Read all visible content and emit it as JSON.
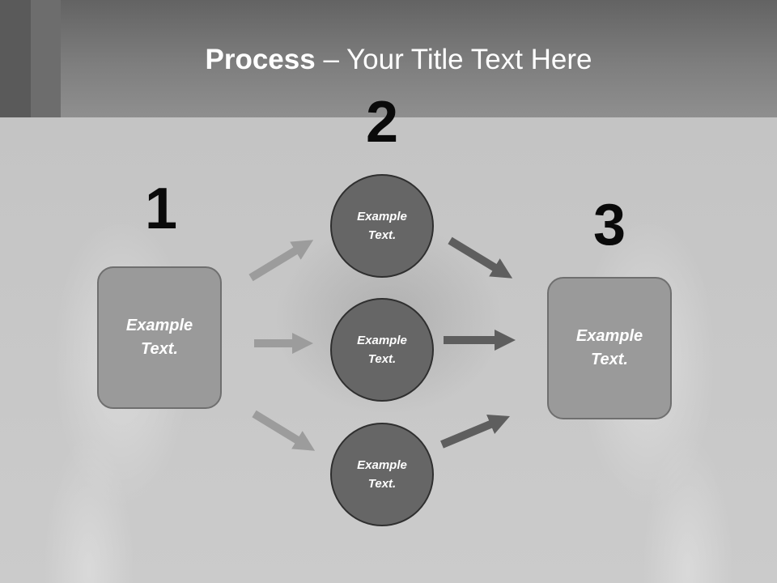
{
  "title": {
    "bold": "Process",
    "rest": " – Your Title Text Here"
  },
  "steps": {
    "one": "1",
    "two": "2",
    "three": "3"
  },
  "left_box": {
    "text": "Example\nText."
  },
  "circles": [
    {
      "text": "Example\nText."
    },
    {
      "text": "Example\nText."
    },
    {
      "text": "Example\nText."
    }
  ],
  "right_box": {
    "text": "Example\nText."
  },
  "colors": {
    "header": "#7e7e7e",
    "box_fill": "#9a9a9a",
    "circle_fill": "#666666",
    "arrow_light": "#999999",
    "arrow_dark": "#5e5e5e"
  }
}
